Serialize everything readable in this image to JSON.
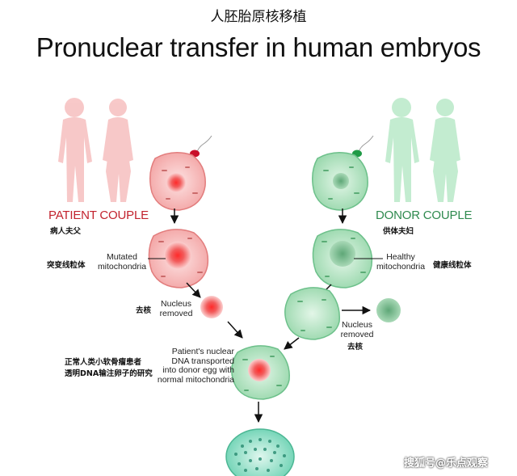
{
  "title_cn": "人胚胎原核移植",
  "title_en": "Pronuclear transfer in human embryos",
  "patient": {
    "couple_label": "PATIENT COUPLE",
    "couple_cn": "病人夫父",
    "mito_label_line1": "Mutated",
    "mito_label_line2": "mitochondria",
    "mito_cn": "突变线粒体",
    "removed_line1": "Nucleus",
    "removed_line2": "removed",
    "removed_cn": "去核",
    "color": "#c2232e"
  },
  "donor": {
    "couple_label": "DONOR COUPLE",
    "couple_cn": "供体夫妇",
    "mito_label_line1": "Healthy",
    "mito_label_line2": "mitochondria",
    "mito_cn": "健康线粒体",
    "removed_line1": "Nucleus",
    "removed_line2": "removed",
    "removed_cn": "去核",
    "color": "#2f8a4f"
  },
  "transfer": {
    "line1": "Patient's nuclear",
    "line2": "DNA transported",
    "line3": "into donor egg with",
    "line4": "normal mitochondria"
  },
  "side_note": {
    "line1": "正常人类小软骨瘤患者",
    "line2": "透明DNA输注卵子的研究"
  },
  "watermark": "搜狐号@乐点观察"
}
